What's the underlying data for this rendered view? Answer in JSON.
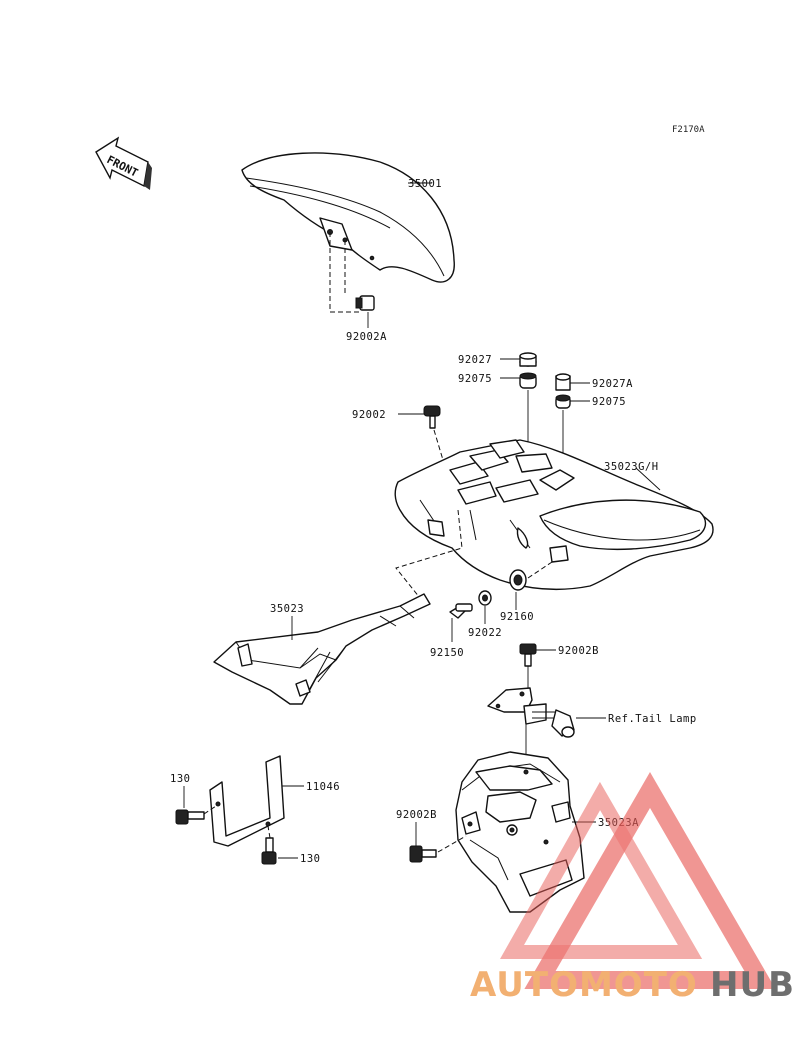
{
  "diagram": {
    "code": "F2170A",
    "front_arrow": "FRONT",
    "labels": {
      "p35001": "35001",
      "p92002A": "92002A",
      "p92027": "92027",
      "p92075a": "92075",
      "p92027A": "92027A",
      "p92075b": "92075",
      "p92002": "92002",
      "p35023GH": "35023G/H",
      "p35023": "35023",
      "p92160": "92160",
      "p92022": "92022",
      "p92150": "92150",
      "p92002B_top": "92002B",
      "ref_tail_lamp": "Ref.Tail Lamp",
      "p130_top": "130",
      "p11046": "11046",
      "p130_bottom": "130",
      "p92002B_bottom": "92002B",
      "p35023A": "35023A"
    }
  },
  "watermark": {
    "part1": "AUTOMOTO",
    "part2": "HUB",
    "color_primary": "#e85b57",
    "color_secondary": "#f0a35a",
    "color_dark": "#555555"
  }
}
